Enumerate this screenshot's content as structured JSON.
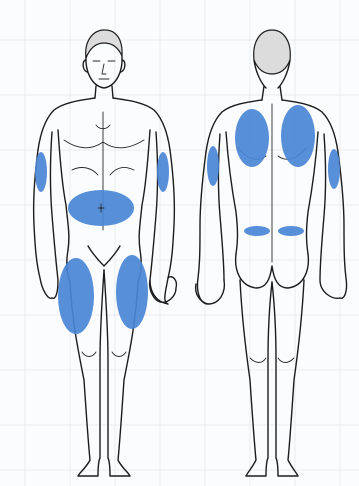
{
  "figure": {
    "views": [
      "front",
      "back"
    ],
    "highlight_color": "#4a86d6",
    "highlighted_regions": [
      "front-left-upper-arm",
      "front-right-upper-arm",
      "front-abdomen",
      "front-left-thigh",
      "front-right-thigh",
      "back-left-shoulder",
      "back-right-shoulder",
      "back-left-upper-arm",
      "back-right-upper-arm",
      "back-left-flank",
      "back-right-flank"
    ]
  }
}
